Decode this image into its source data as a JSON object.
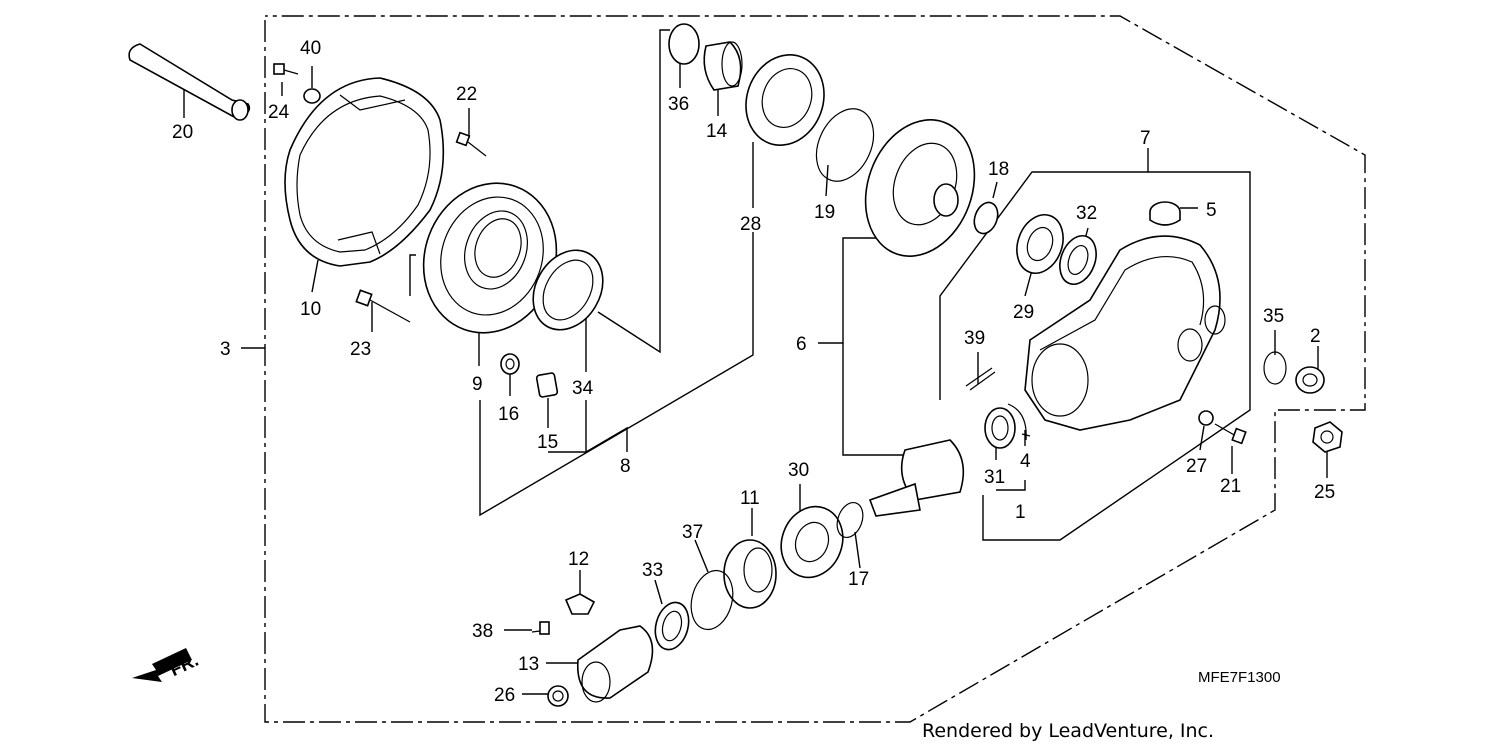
{
  "diagram_code": "MFE7F1300",
  "credit": "Rendered by LeadVenture, Inc.",
  "front_marker": "FR.",
  "part_labels": [
    "1",
    "2",
    "3",
    "4",
    "5",
    "6",
    "7",
    "8",
    "9",
    "10",
    "11",
    "12",
    "13",
    "14",
    "15",
    "16",
    "17",
    "18",
    "19",
    "20",
    "21",
    "22",
    "23",
    "24",
    "25",
    "26",
    "27",
    "28",
    "29",
    "30",
    "31",
    "32",
    "33",
    "34",
    "35",
    "36",
    "37",
    "38",
    "39",
    "40"
  ]
}
